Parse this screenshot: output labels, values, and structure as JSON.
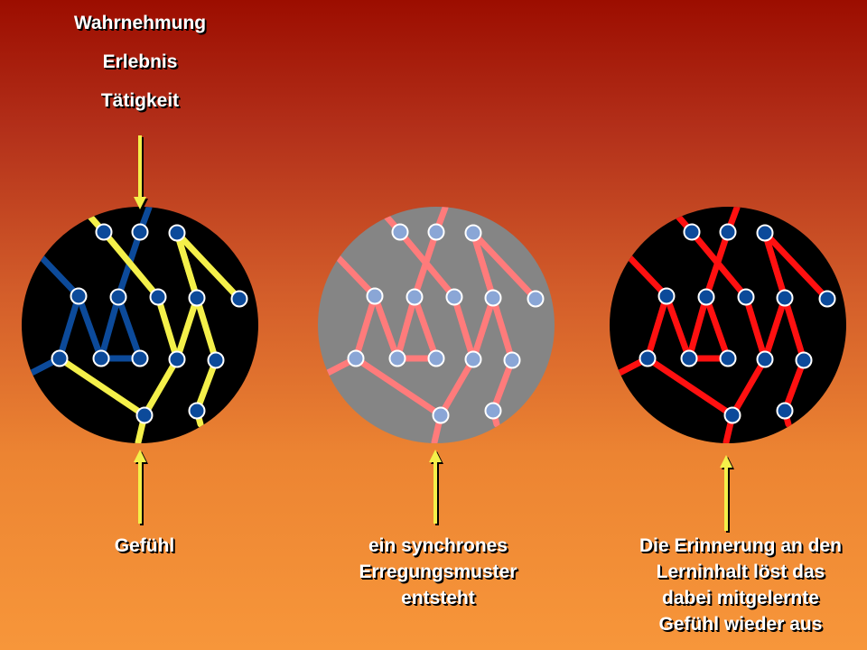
{
  "top_labels": [
    "Wahrnehmung",
    "Erlebnis",
    "Tätigkeit"
  ],
  "bottom_labels": {
    "gefuehl": "Gefühl",
    "sync": [
      "ein synchrones",
      "Erregungsmuster",
      "entsteht"
    ],
    "recall": [
      "Die Erinnerung an den",
      "Lerninhalt löst das",
      "dabei mitgelernte",
      "Gefühl wieder aus"
    ]
  },
  "colors": {
    "panel1_bg": "#000000",
    "panel1_blue": "#0c4a9a",
    "panel1_yellow": "#f4f04a",
    "panel2_bg": "#858585",
    "panel2_line": "#ff7b7b",
    "panel3_bg": "#000000",
    "panel3_line": "#ff1010",
    "node_fill_dark": "#0c4a9a",
    "node_fill_light": "#8aa6d6",
    "arrow": "#f4f04a"
  }
}
